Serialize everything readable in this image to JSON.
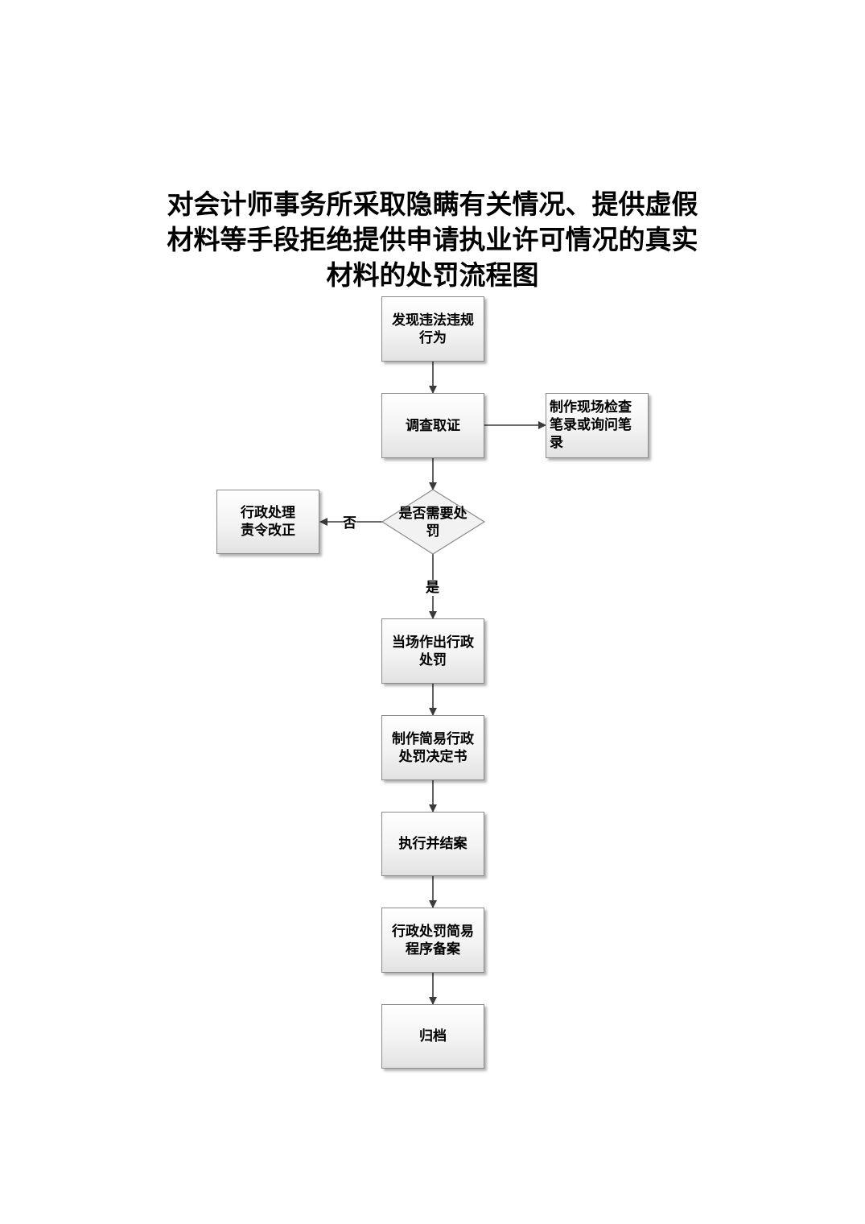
{
  "title_lines": [
    "对会计师事务所采取隐瞒有关情况、提供虚假",
    "材料等手段拒绝提供申请执业许可情况的真实",
    "材料的处罚流程图"
  ],
  "nodes": {
    "discover": "发现违法违规行为",
    "investigate": "调查取证",
    "record": "制作现场检查笔录或询问笔录",
    "decision": "是否需要处罚",
    "admin_correct": "行政处理责令改正",
    "onsite_penalty": "当场作出行政处罚",
    "simple_decision": "制作简易行政处罚决定书",
    "execute": "执行并结案",
    "filing": "行政处罚简易程序备案",
    "archive": "归档"
  },
  "edge_labels": {
    "no": "否",
    "yes": "是"
  }
}
